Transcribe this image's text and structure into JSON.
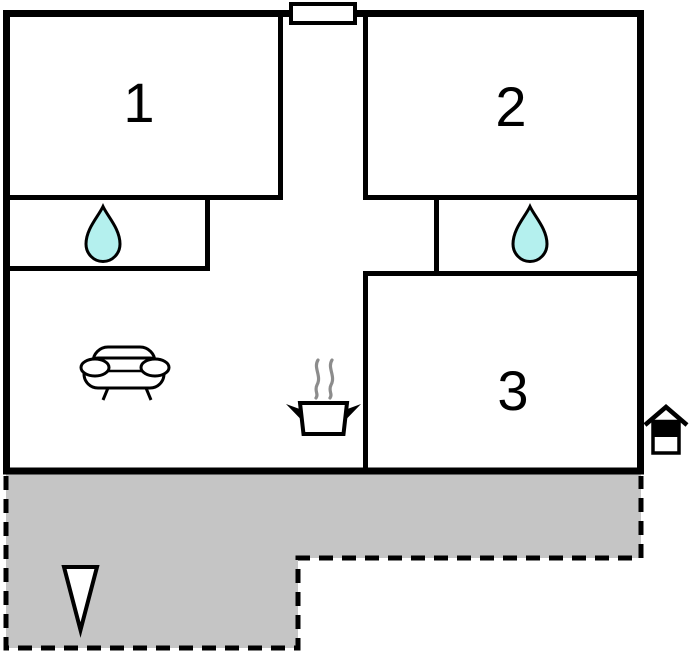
{
  "floorplan": {
    "title": "holiday-home-floor-plan",
    "rooms": [
      {
        "name": "room-1",
        "label": "1"
      },
      {
        "name": "room-2",
        "label": "2"
      },
      {
        "name": "room-3",
        "label": "3"
      }
    ],
    "icons": [
      {
        "name": "water-drop-icon",
        "location": "room-below-1"
      },
      {
        "name": "water-drop-icon",
        "location": "room-below-2"
      },
      {
        "name": "sofa-icon",
        "location": "living-area"
      },
      {
        "name": "cooking-pot-icon",
        "location": "kitchen-area"
      },
      {
        "name": "steam-icon",
        "location": "kitchen-area"
      },
      {
        "name": "house-entrance-icon",
        "location": "outside-right"
      },
      {
        "name": "cone-marker-icon",
        "location": "terrace"
      },
      {
        "name": "window-marker",
        "location": "top-wall"
      }
    ],
    "colors": {
      "walls": "#000000",
      "floor": "#ffffff",
      "terrace": "#c5c5c5",
      "water": "#b4f0ee",
      "steam": "#8c8c8c"
    }
  }
}
